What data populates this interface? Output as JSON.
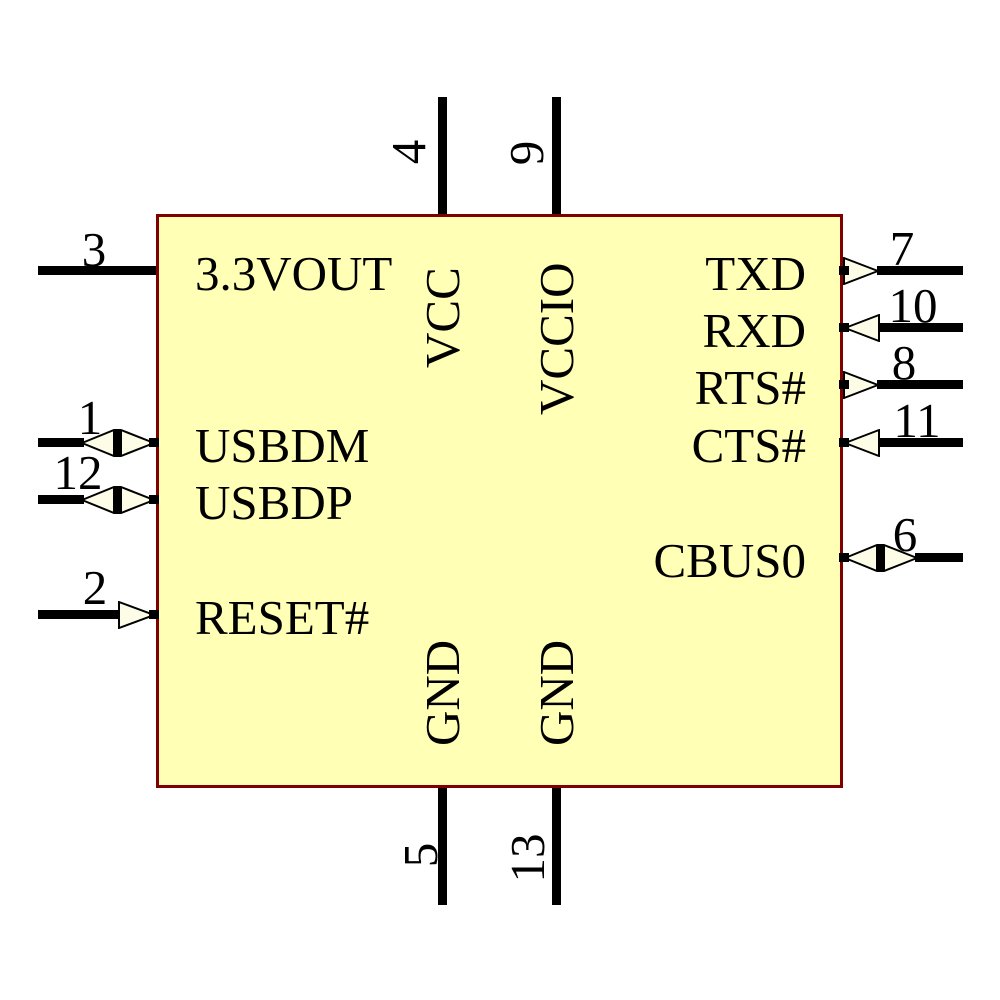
{
  "colors": {
    "canvas_bg": "#FFFFFF",
    "body_fill": "#FFFFB5",
    "body_border": "#800000",
    "pin_line": "#000000",
    "arrow_fill": "#FCFCE7",
    "text": "#000000"
  },
  "pins": {
    "left": [
      {
        "number": "3",
        "label": "3.3VOUT",
        "direction": "passive"
      },
      {
        "number": "1",
        "label": "USBDM",
        "direction": "bidirectional"
      },
      {
        "number": "12",
        "label": "USBDP",
        "direction": "bidirectional"
      },
      {
        "number": "2",
        "label": "RESET#",
        "direction": "input"
      }
    ],
    "right": [
      {
        "number": "7",
        "label": "TXD",
        "direction": "output"
      },
      {
        "number": "10",
        "label": "RXD",
        "direction": "input"
      },
      {
        "number": "8",
        "label": "RTS#",
        "direction": "output"
      },
      {
        "number": "11",
        "label": "CTS#",
        "direction": "input"
      },
      {
        "number": "6",
        "label": "CBUS0",
        "direction": "bidirectional"
      }
    ],
    "top": [
      {
        "number": "4",
        "label": "VCC",
        "direction": "power"
      },
      {
        "number": "9",
        "label": "VCCIO",
        "direction": "power"
      }
    ],
    "bottom": [
      {
        "number": "5",
        "label": "GND",
        "direction": "power"
      },
      {
        "number": "13",
        "label": "GND",
        "direction": "power"
      }
    ]
  }
}
